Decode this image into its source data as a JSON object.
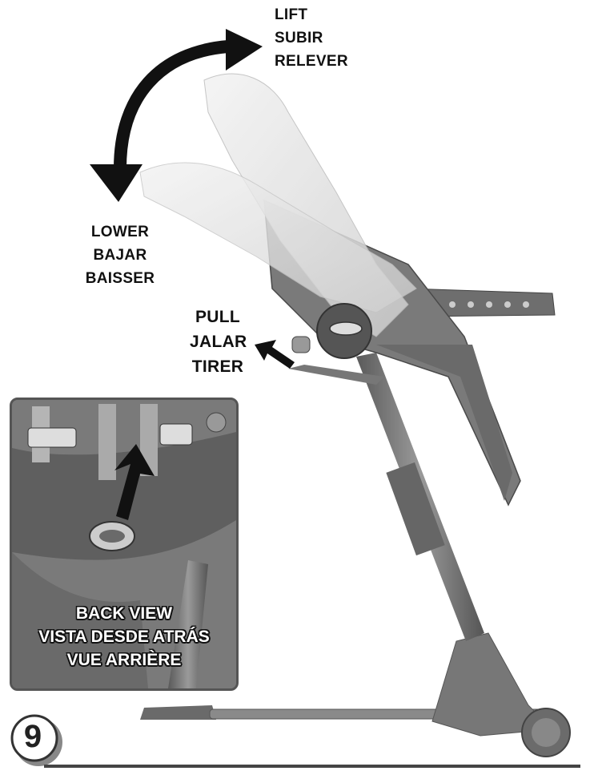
{
  "labels": {
    "lift": [
      "LIFT",
      "SUBIR",
      "RELEVER"
    ],
    "lower": [
      "LOWER",
      "BAJAR",
      "BAISSER"
    ],
    "pull": [
      "PULL",
      "JALAR",
      "TIRER"
    ]
  },
  "inset": {
    "lines": [
      "BACK VIEW",
      "VISTA DESDE ATRÁS",
      "VUE ARRIÈRE"
    ]
  },
  "step": {
    "number": "9"
  },
  "colors": {
    "chair_gray": "#777777",
    "seat_light": "#e6e6e6",
    "arrow": "#111111"
  }
}
